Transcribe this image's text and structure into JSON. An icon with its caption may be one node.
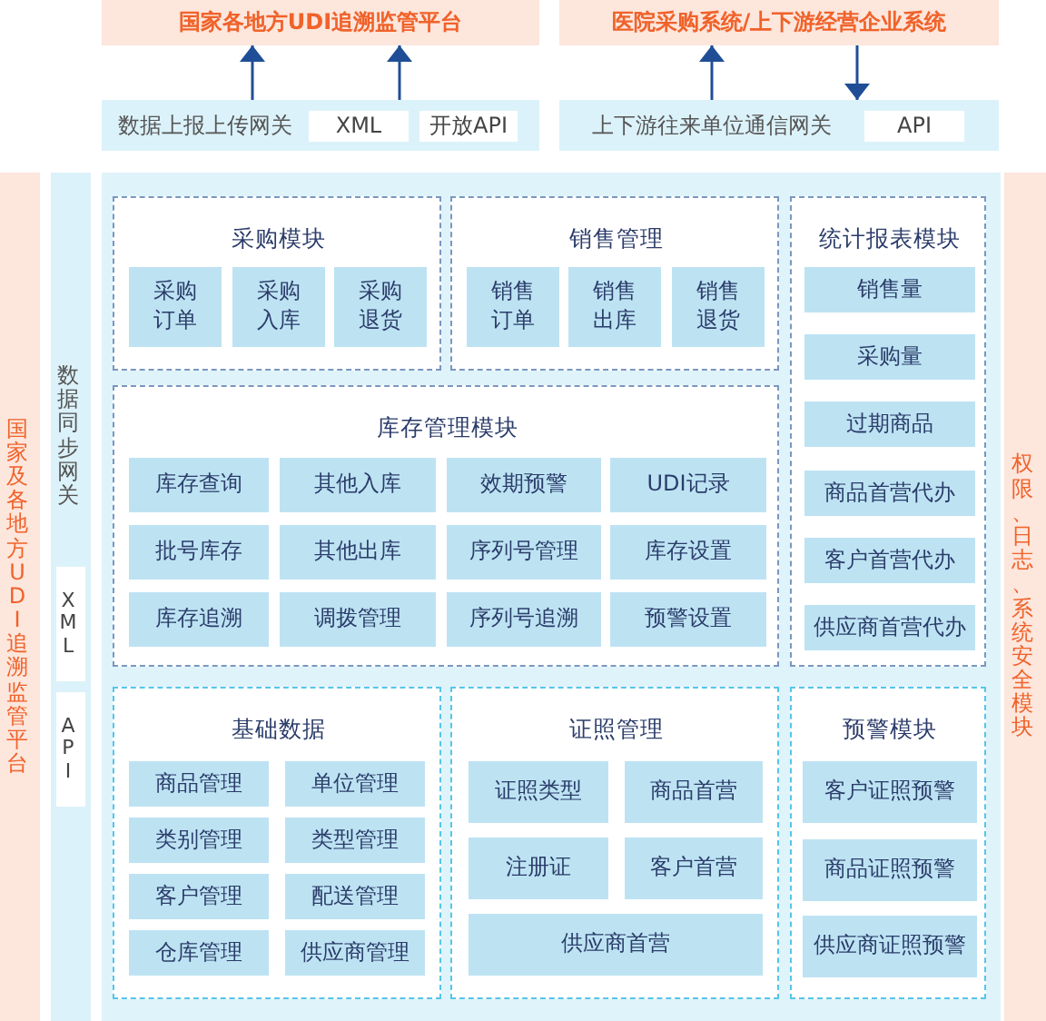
{
  "diagram": {
    "nodes": [
      {
        "text": [
          "国家各地方UDI追溯监管平台"
        ]
      },
      {
        "text": [
          "医院采购系统/上下游经营企业系统"
        ]
      },
      {
        "text": [
          "数据上报上传网关"
        ]
      },
      {
        "text": [
          "XML"
        ],
        "in": 2
      },
      {
        "text": [
          "开放API"
        ],
        "in": 2
      },
      {
        "text": [
          "上下游往来单位通信网关"
        ]
      },
      {
        "text": [
          "API"
        ],
        "in": 5
      },
      {
        "text": [
          "国家及各地方UDI追溯监管平台"
        ]
      },
      {
        "text": [
          "数据同步网关"
        ]
      },
      {
        "text": [
          "XML"
        ],
        "in": 8
      },
      {
        "text": [
          "API"
        ],
        "in": 8
      },
      {
        "text": [
          "采购模块"
        ]
      },
      {
        "text": [
          "采购订单"
        ],
        "in": 11
      },
      {
        "text": [
          "采购入库"
        ],
        "in": 11
      },
      {
        "text": [
          "采购退货"
        ],
        "in": 11
      },
      {
        "text": [
          "销售管理"
        ]
      },
      {
        "text": [
          "销售订单"
        ],
        "in": 15
      },
      {
        "text": [
          "销售出库"
        ],
        "in": 15
      },
      {
        "text": [
          "销售退货"
        ],
        "in": 15
      },
      {
        "text": [
          "统计报表模块"
        ]
      },
      {
        "text": [
          "销售量"
        ],
        "in": 19
      },
      {
        "text": [
          "采购量"
        ],
        "in": 19
      },
      {
        "text": [
          "过期商品"
        ],
        "in": 19
      },
      {
        "text": [
          "商品首营代办"
        ],
        "in": 19
      },
      {
        "text": [
          "客户首营代办"
        ],
        "in": 19
      },
      {
        "text": [
          "供应商首营代办"
        ],
        "in": 19
      },
      {
        "text": [
          "库存管理模块"
        ]
      },
      {
        "text": [
          "库存查询"
        ],
        "in": 26
      },
      {
        "text": [
          "其他入库"
        ],
        "in": 26
      },
      {
        "text": [
          "效期预警"
        ],
        "in": 26
      },
      {
        "text": [
          "UDI记录"
        ],
        "in": 26
      },
      {
        "text": [
          "批号库存"
        ],
        "in": 26
      },
      {
        "text": [
          "其他出库"
        ],
        "in": 26
      },
      {
        "text": [
          "序列号管理"
        ],
        "in": 26
      },
      {
        "text": [
          "库存设置"
        ],
        "in": 26
      },
      {
        "text": [
          "库存追溯"
        ],
        "in": 26
      },
      {
        "text": [
          "调拨管理"
        ],
        "in": 26
      },
      {
        "text": [
          "序列号追溯"
        ],
        "in": 26
      },
      {
        "text": [
          "预警设置"
        ],
        "in": 26
      },
      {
        "text": [
          "基础数据"
        ]
      },
      {
        "text": [
          "商品管理"
        ],
        "in": 39
      },
      {
        "text": [
          "单位管理"
        ],
        "in": 39
      },
      {
        "text": [
          "类别管理"
        ],
        "in": 39
      },
      {
        "text": [
          "类型管理"
        ],
        "in": 39
      },
      {
        "text": [
          "客户管理"
        ],
        "in": 39
      },
      {
        "text": [
          "配送管理"
        ],
        "in": 39
      },
      {
        "text": [
          "仓库管理"
        ],
        "in": 39
      },
      {
        "text": [
          "供应商管理"
        ],
        "in": 39
      },
      {
        "text": [
          "证照管理"
        ]
      },
      {
        "text": [
          "证照类型"
        ],
        "in": 48
      },
      {
        "text": [
          "商品首营"
        ],
        "in": 48
      },
      {
        "text": [
          "注册证"
        ],
        "in": 48
      },
      {
        "text": [
          "客户首营"
        ],
        "in": 48
      },
      {
        "text": [
          "供应商首营"
        ],
        "in": 48
      },
      {
        "text": [
          "预警模块"
        ]
      },
      {
        "text": [
          "客户证照预警"
        ],
        "in": 54
      },
      {
        "text": [
          "商品证照预警"
        ],
        "in": 54
      },
      {
        "text": [
          "供应商证照预警"
        ],
        "in": 54
      },
      {
        "text": [
          "权限、日志、系统安全模块"
        ]
      }
    ],
    "edges": [
      {
        "from": 2,
        "to": 0,
        "arrow": "to"
      },
      {
        "from": 2,
        "to": 0,
        "arrow": "to"
      },
      {
        "from": 5,
        "to": 1,
        "arrow": "to"
      },
      {
        "from": 1,
        "to": 5,
        "arrow": "to"
      }
    ]
  }
}
